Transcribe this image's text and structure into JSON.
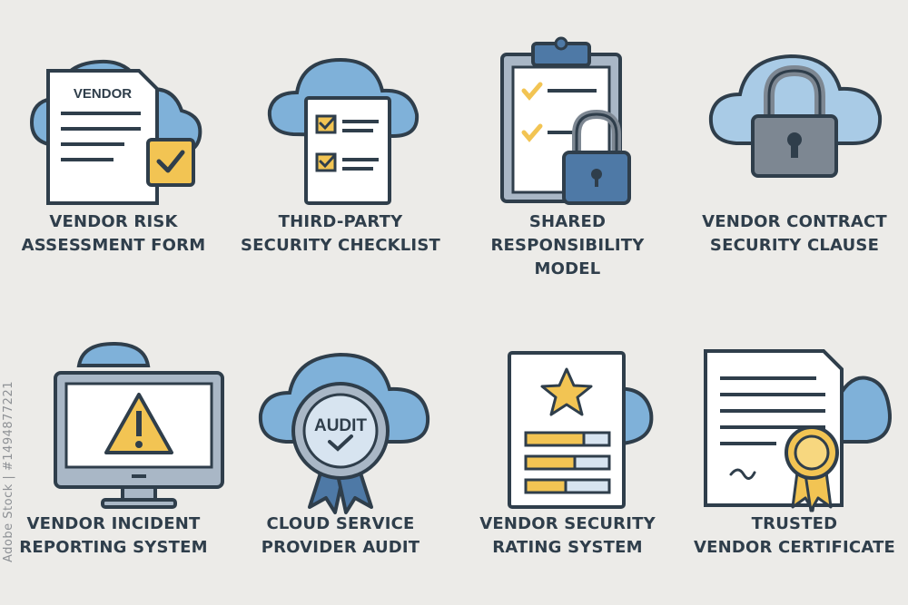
{
  "colors": {
    "background": "#ecebe8",
    "outline": "#2f3e4b",
    "cloud": "#7fb1d9",
    "cloud_light": "#a9cbe6",
    "paper": "#ffffff",
    "accent_yellow": "#f2c453",
    "lock_gray": "#7d8792",
    "lock_blue": "#4e79a6"
  },
  "items": [
    {
      "icon": "vendor-form-icon",
      "doc_label": "VENDOR",
      "lines": [
        "VENDOR RISK",
        "ASSESSMENT FORM"
      ]
    },
    {
      "icon": "checklist-icon",
      "lines": [
        "THIRD-PARTY",
        "SECURITY CHECKLIST"
      ]
    },
    {
      "icon": "clipboard-lock-icon",
      "lines": [
        "SHARED",
        "RESPONSIBILITY",
        "MODEL"
      ]
    },
    {
      "icon": "cloud-lock-icon",
      "lines": [
        "VENDOR CONTRACT",
        "SECURITY CLAUSE"
      ]
    },
    {
      "icon": "monitor-warning-icon",
      "lines": [
        "VENDOR INCIDENT",
        "REPORTING SYSTEM"
      ]
    },
    {
      "icon": "audit-badge-icon",
      "badge_label": "AUDIT",
      "lines": [
        "CLOUD SERVICE",
        "PROVIDER AUDIT"
      ]
    },
    {
      "icon": "rating-document-icon",
      "lines": [
        "VENDOR SECURITY",
        "RATING SYSTEM"
      ]
    },
    {
      "icon": "certificate-ribbon-icon",
      "lines": [
        "TRUSTED",
        "VENDOR CERTIFICATE"
      ]
    }
  ],
  "side_mark": "Adobe Stock | #1494877221"
}
